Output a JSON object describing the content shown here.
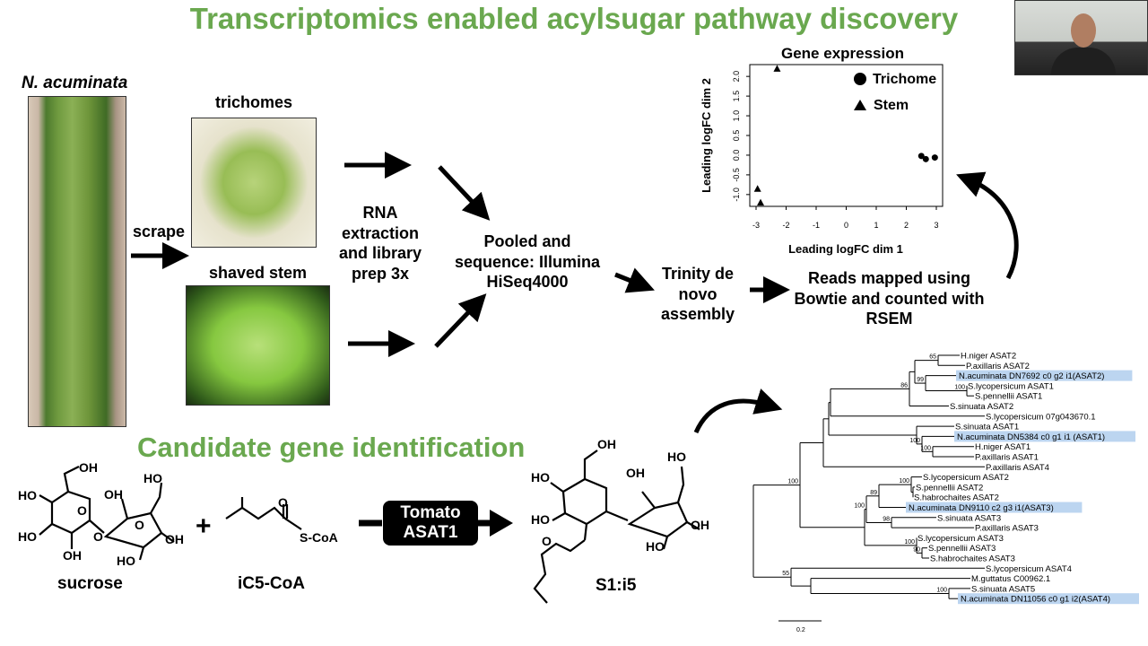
{
  "slide": {
    "title": "Transcriptomics enabled acylsugar pathway discovery",
    "species_label": "N. acuminata",
    "trichomes_label": "trichomes",
    "shaved_stem_label": "shaved stem",
    "scrape_label": "scrape",
    "rna_label": "RNA extraction and library prep 3x",
    "pooled_label": "Pooled and sequence: Illumina HiSeq4000",
    "trinity_label": "Trinity de novo assembly",
    "reads_label": "Reads mapped using Bowtie and counted with RSEM",
    "section2_title": "Candidate gene identification"
  },
  "chemistry": {
    "sucrose_label": "sucrose",
    "ic5_label": "iC5-CoA",
    "product_label": "S1:i5",
    "enzyme_label": "Tomato ASAT1",
    "plus": "+",
    "atoms": {
      "ho": "HO",
      "oh": "OH",
      "o": "O",
      "scoa": "S-CoA"
    }
  },
  "chart_data": {
    "type": "scatter",
    "title": "Gene expression",
    "xlabel": "Leading logFC dim 1",
    "ylabel": "Leading logFC dim 2",
    "xlim": [
      -3,
      3
    ],
    "ylim": [
      -1.3,
      2.3
    ],
    "xticks": [
      -3,
      -2,
      -1,
      0,
      1,
      2,
      3
    ],
    "yticks": [
      -1.0,
      -0.5,
      0.0,
      0.5,
      1.0,
      1.5,
      2.0
    ],
    "legend_position": "top-right",
    "series": [
      {
        "name": "Trichome",
        "marker": "circle",
        "x": [
          2.5,
          2.65,
          2.95
        ],
        "y": [
          -0.02,
          -0.1,
          -0.06
        ]
      },
      {
        "name": "Stem",
        "marker": "triangle",
        "x": [
          -2.3,
          -2.95,
          -2.85
        ],
        "y": [
          2.2,
          -0.85,
          -1.2
        ]
      }
    ]
  },
  "tree": {
    "scale_label": "0.2",
    "leaves": [
      {
        "name": "H.niger ASAT2",
        "highlight": false
      },
      {
        "name": "P.axillaris ASAT2",
        "highlight": false
      },
      {
        "name": "N.acuminata DN7692 c0 g2 i1(ASAT2)",
        "highlight": true
      },
      {
        "name": "S.lycopersicum ASAT1",
        "highlight": false
      },
      {
        "name": "S.pennellii ASAT1",
        "highlight": false
      },
      {
        "name": "S.sinuata ASAT2",
        "highlight": false
      },
      {
        "name": "S.lycopersicum 07g043670.1",
        "highlight": false
      },
      {
        "name": "S.sinuata ASAT1",
        "highlight": false
      },
      {
        "name": "N.acuminata DN5384 c0 g1 i1 (ASAT1)",
        "highlight": true
      },
      {
        "name": "H.niger ASAT1",
        "highlight": false
      },
      {
        "name": "P.axillaris ASAT1",
        "highlight": false
      },
      {
        "name": "P.axillaris ASAT4",
        "highlight": false
      },
      {
        "name": "S.lycopersicum ASAT2",
        "highlight": false
      },
      {
        "name": "S.pennellii ASAT2",
        "highlight": false
      },
      {
        "name": "S.habrochaites ASAT2",
        "highlight": false
      },
      {
        "name": "N.acuminata DN9110 c2 g3 i1(ASAT3)",
        "highlight": true
      },
      {
        "name": "S.sinuata ASAT3",
        "highlight": false
      },
      {
        "name": "P.axillaris ASAT3",
        "highlight": false
      },
      {
        "name": "S.lycopersicum ASAT3",
        "highlight": false
      },
      {
        "name": "S.pennellii ASAT3",
        "highlight": false
      },
      {
        "name": "S.habrochaites ASAT3",
        "highlight": false
      },
      {
        "name": "S.lycopersicum ASAT4",
        "highlight": false
      },
      {
        "name": "M.guttatus C00962.1",
        "highlight": false
      },
      {
        "name": "S.sinuata ASAT5",
        "highlight": false
      },
      {
        "name": "N.acuminata DN11056 c0 g1 i2(ASAT4)",
        "highlight": true
      }
    ],
    "bootstrap": [
      "65",
      "99",
      "100",
      "86",
      "100",
      "100",
      "100",
      "89",
      "98",
      "100",
      "90",
      "100",
      "55",
      "100",
      "100"
    ],
    "highlight_color": "#bcd5f0"
  }
}
